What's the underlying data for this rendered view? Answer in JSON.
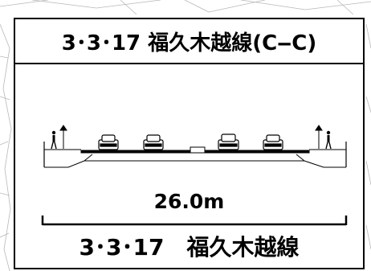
{
  "title": "3･3･17 福久木越線(C‒C)",
  "width_label": "26.0m",
  "caption": "3･3･17　福久木越線",
  "colors": {
    "ink": "#000000",
    "map_lines": "#b0b0b0",
    "background": "#ffffff"
  },
  "icons": [
    "pedestrian-icon",
    "car-icon",
    "street-tree-icon"
  ]
}
